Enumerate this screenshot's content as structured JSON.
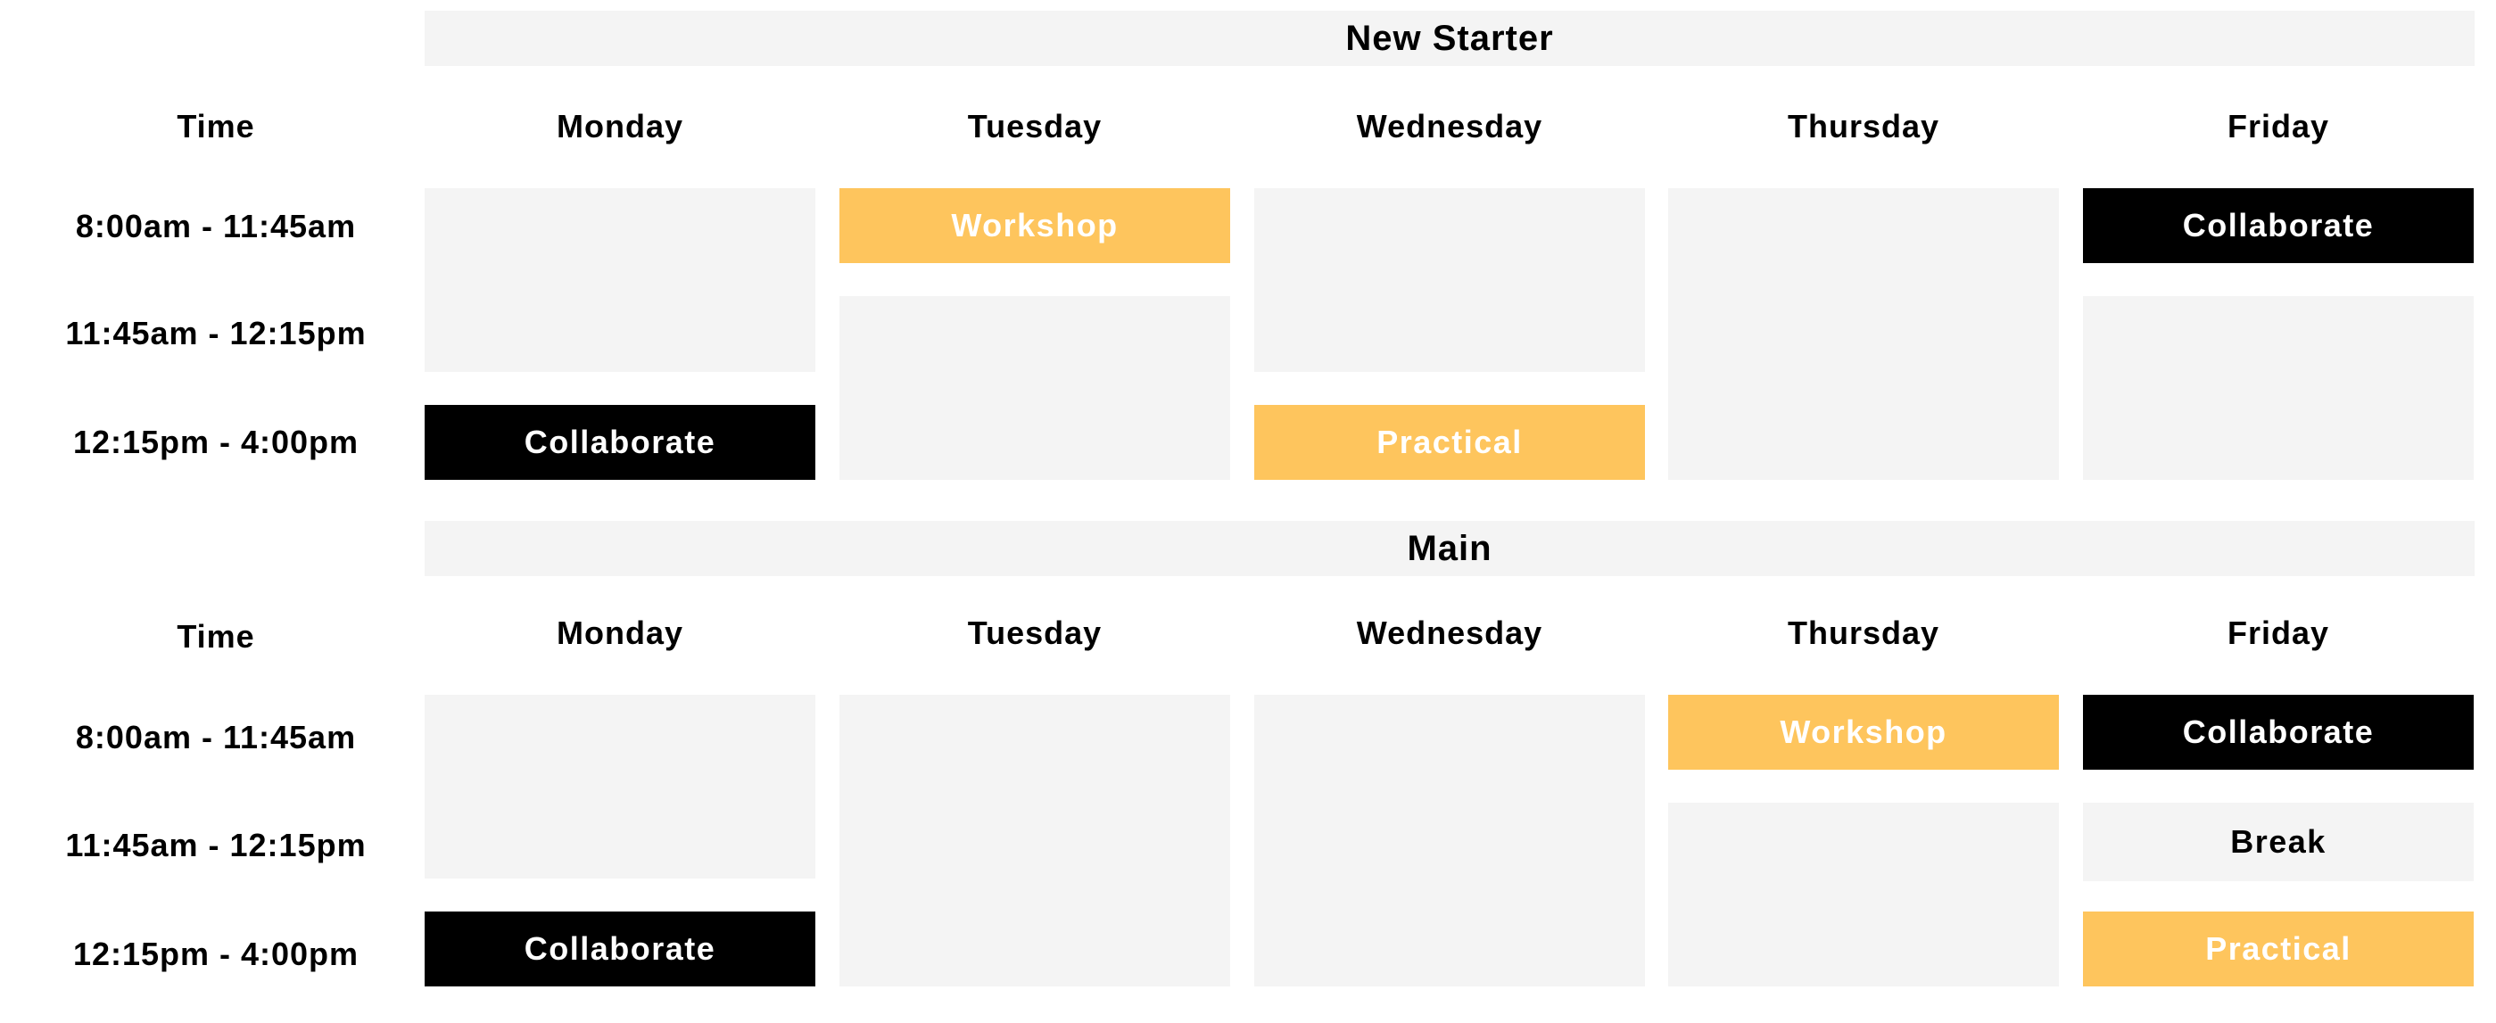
{
  "colors": {
    "cell_background": "#f4f4f4",
    "collaborate": "#000000",
    "highlight": "#fec55d",
    "text_on_color": "#ffffff"
  },
  "days": [
    "Monday",
    "Tuesday",
    "Wednesday",
    "Thursday",
    "Friday"
  ],
  "time_header": "Time",
  "time_slots": [
    "8:00am - 11:45am",
    "11:45am - 12:15pm",
    "12:15pm - 4:00pm"
  ],
  "sections": [
    {
      "title": "New Starter",
      "events": [
        {
          "label": "Workshop",
          "day": "Tuesday",
          "slot": "8:00am - 11:45am",
          "style": "yellow"
        },
        {
          "label": "Collaborate",
          "day": "Friday",
          "slot": "8:00am - 11:45am",
          "style": "dark"
        },
        {
          "label": "Collaborate",
          "day": "Monday",
          "slot": "12:15pm - 4:00pm",
          "style": "dark"
        },
        {
          "label": "Practical",
          "day": "Wednesday",
          "slot": "12:15pm - 4:00pm",
          "style": "yellow"
        }
      ]
    },
    {
      "title": "Main",
      "events": [
        {
          "label": "Workshop",
          "day": "Thursday",
          "slot": "8:00am - 11:45am",
          "style": "yellow"
        },
        {
          "label": "Collaborate",
          "day": "Friday",
          "slot": "8:00am - 11:45am",
          "style": "dark"
        },
        {
          "label": "Break",
          "day": "Friday",
          "slot": "11:45am - 12:15pm",
          "style": "light"
        },
        {
          "label": "Collaborate",
          "day": "Monday",
          "slot": "12:15pm - 4:00pm",
          "style": "dark"
        },
        {
          "label": "Practical",
          "day": "Friday",
          "slot": "12:15pm - 4:00pm",
          "style": "yellow"
        }
      ]
    }
  ]
}
